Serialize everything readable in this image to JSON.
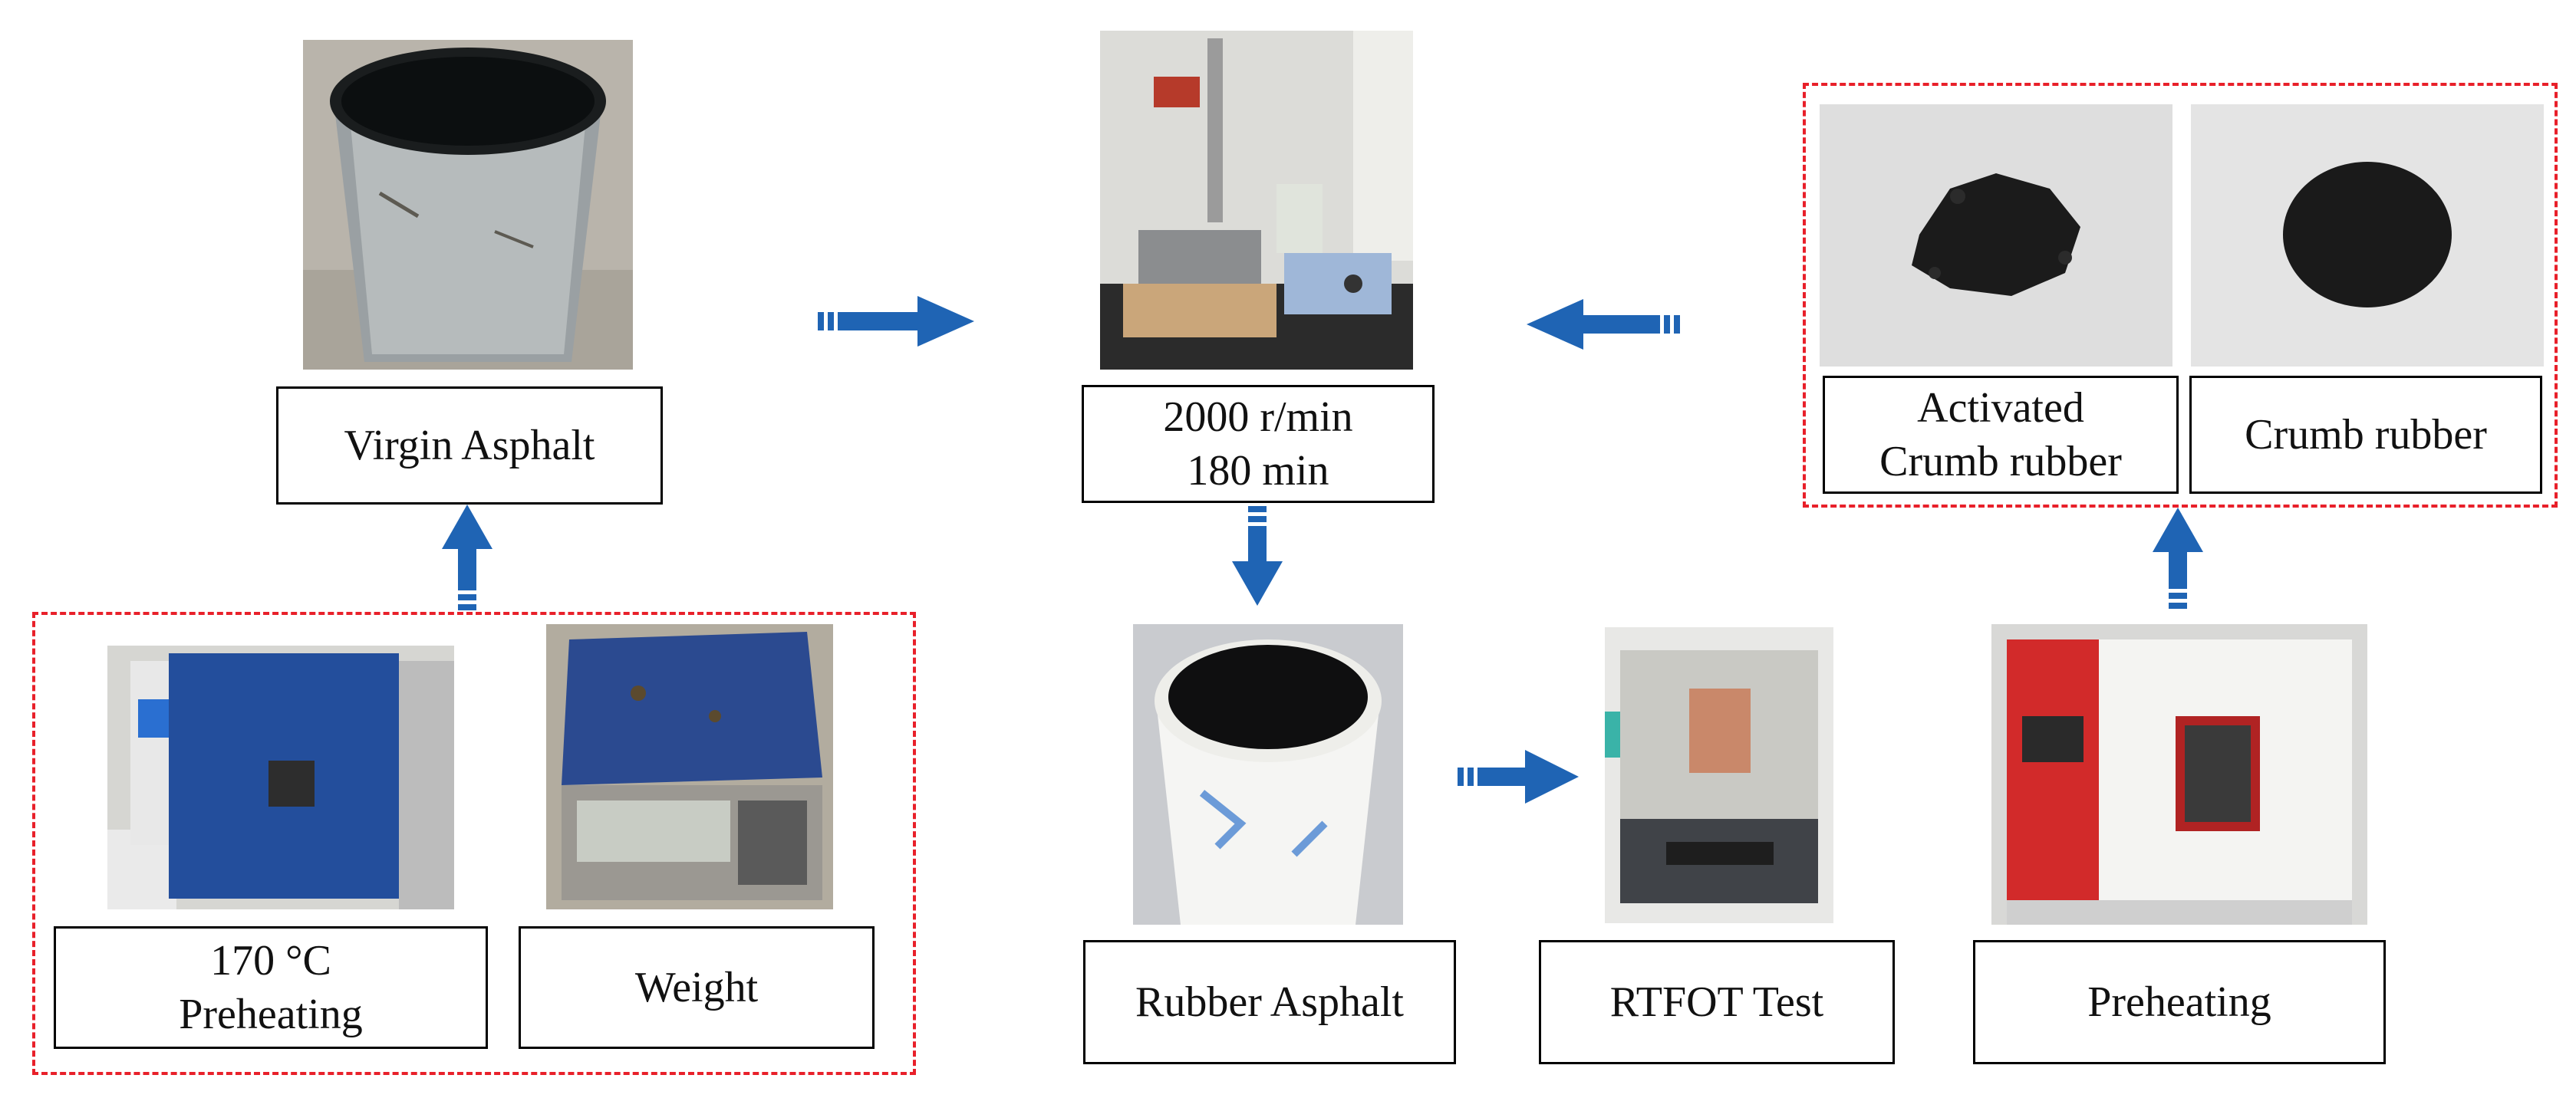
{
  "nodes": {
    "virgin_asphalt": "Virgin Asphalt",
    "mixing": "2000 r/min\n180 min",
    "activated_crumb_rubber": "Activated\nCrumb rubber",
    "crumb_rubber": "Crumb rubber",
    "preheating_170": "170 °C\nPreheating",
    "weight": "Weight",
    "rubber_asphalt": "Rubber Asphalt",
    "rtfot_test": "RTFOT Test",
    "preheating": "Preheating"
  },
  "colors": {
    "arrow": "#1f64b4",
    "dashed_group": "#e8202a"
  }
}
